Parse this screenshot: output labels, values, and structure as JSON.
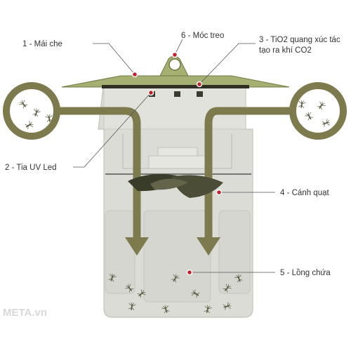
{
  "labels": {
    "canopy": "1 - Mái che",
    "hanging_hook": "6 - Móc treo",
    "tio2_line1": "3 - TiO2 quang xúc tác",
    "tio2_line2": "tạo ra khí CO2",
    "uv_led": "2 - Tia UV Led",
    "fan": "4 - Cánh quạt",
    "cage": "5 - Lồng chứa"
  },
  "watermark": "META.vn",
  "colors": {
    "olive": "#7d7b4e",
    "olive_light": "#a9a776",
    "canopy_fill": "#a7b073",
    "canopy_edge": "#70773f",
    "body_fill": "#dcdcd6",
    "body_stroke": "#c4c4bc",
    "fan_dark": "#3a3c2a",
    "fan_mid": "#63644a",
    "leader_dot": "#c0232a"
  },
  "icons": [
    "mosquito-icon"
  ]
}
